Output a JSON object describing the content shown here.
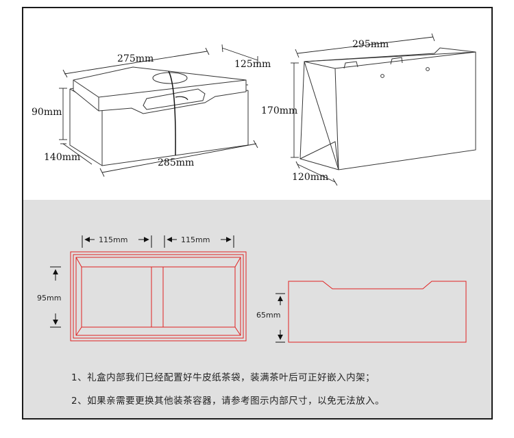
{
  "top_section": {
    "box": {
      "length_label": "275mm",
      "depth_label": "125mm",
      "height_label": "90mm",
      "base_depth_label": "140mm",
      "base_length_label": "285mm"
    },
    "bag": {
      "width_label": "295mm",
      "height_label": "170mm",
      "depth_label": "120mm"
    }
  },
  "bottom_section": {
    "insert_top": {
      "left_width_label": "115mm",
      "right_width_label": "115mm",
      "height_label": "95mm"
    },
    "insert_side": {
      "height_label": "65mm"
    },
    "notes": [
      "1、礼盒内部我们已经配置好牛皮纸茶袋，装满茶叶后可正好嵌入内架；",
      "2、如果亲需要更换其他装茶容器，请参考图示内部尺寸，以免无法放入。"
    ]
  },
  "colors": {
    "line": "#333333",
    "insert_red": "#e02020",
    "panel_gray": "#e0e0e0",
    "frame": "#1a1a1a"
  }
}
